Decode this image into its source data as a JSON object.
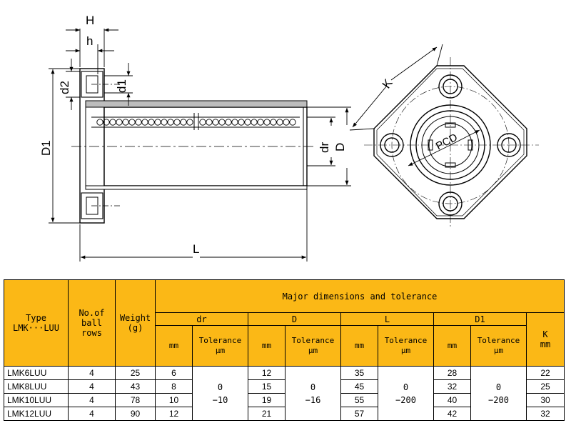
{
  "drawing": {
    "labels": {
      "H": "H",
      "h": "h",
      "d2": "d2",
      "d1": "d1",
      "D1": "D1",
      "dr": "dr",
      "D": "D",
      "L": "L",
      "K": "K",
      "PCD": "PCD"
    }
  },
  "table": {
    "header": {
      "type": "Type\nLMK···LUU",
      "rows": "No.of\nball\nrows",
      "weight": "Weight\n(g)",
      "major": "Major dimensions and tolerance",
      "dr": "dr",
      "D": "D",
      "L": "L",
      "D1": "D1",
      "K": "K\nmm",
      "mm": "mm",
      "tolerance": "Tolerance\nμm"
    },
    "tolerances": {
      "dr": "0\n−10",
      "D": "0\n−16",
      "L": "0\n−200",
      "D1": "0\n−200"
    },
    "rows": [
      {
        "type": "LMK6LUU",
        "balls": "4",
        "weight": "25",
        "dr": "6",
        "D": "12",
        "L": "35",
        "D1": "28",
        "K": "22"
      },
      {
        "type": "LMK8LUU",
        "balls": "4",
        "weight": "43",
        "dr": "8",
        "D": "15",
        "L": "45",
        "D1": "32",
        "K": "25"
      },
      {
        "type": "LMK10LUU",
        "balls": "4",
        "weight": "78",
        "dr": "10",
        "D": "19",
        "L": "55",
        "D1": "40",
        "K": "30"
      },
      {
        "type": "LMK12LUU",
        "balls": "4",
        "weight": "90",
        "dr": "12",
        "D": "21",
        "L": "57",
        "D1": "42",
        "K": "32"
      }
    ]
  }
}
